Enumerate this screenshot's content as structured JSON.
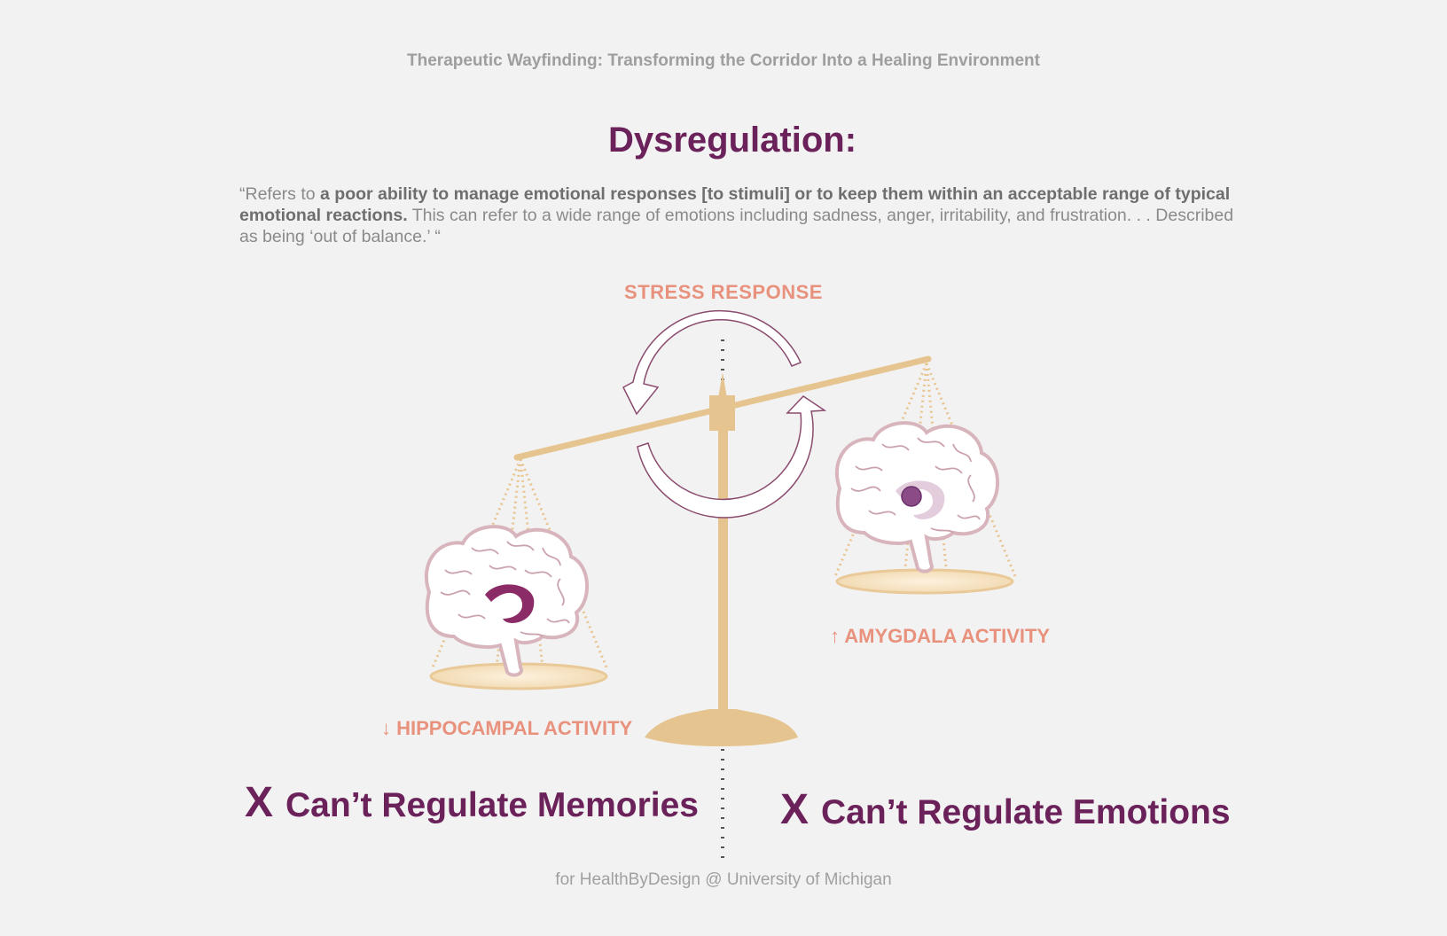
{
  "header": "Therapeutic Wayfinding: Transforming the Corridor Into a Healing Environment",
  "title": "Dysregulation:",
  "quote": {
    "open": "“Refers to ",
    "bold": "a poor ability to manage emotional responses [to stimuli] or to keep them within an acceptable range of typical emotional reactions.",
    "rest": " This can refer to a wide range of emotions including sadness, anger, irritability, and frustration. . . Described as being ‘out of balance.’ “"
  },
  "labels": {
    "stress": "STRESS RESPONSE",
    "amygdala": "↑ AMYGDALA ACTIVITY",
    "hippocampal": "↓ HIPPOCAMPAL ACTIVITY"
  },
  "outcomes": {
    "left_mark": "X",
    "left_text": "Can’t Regulate Memories",
    "right_mark": "X",
    "right_text": "Can’t Regulate Emotions"
  },
  "footer": "for HealthByDesign @ University of Michigan",
  "colors": {
    "purple": "#6b2159",
    "salmon": "#e8917d",
    "tan": "#e6c48f",
    "brain_outline": "#c9a0a8",
    "hippocampus": "#8c2c66",
    "amygdala": "#8a4b86"
  },
  "icons": {
    "scale": "balance-scale",
    "cycle": "circular-arrows",
    "brain_left": "brain-hippocampus",
    "brain_right": "brain-amygdala"
  }
}
